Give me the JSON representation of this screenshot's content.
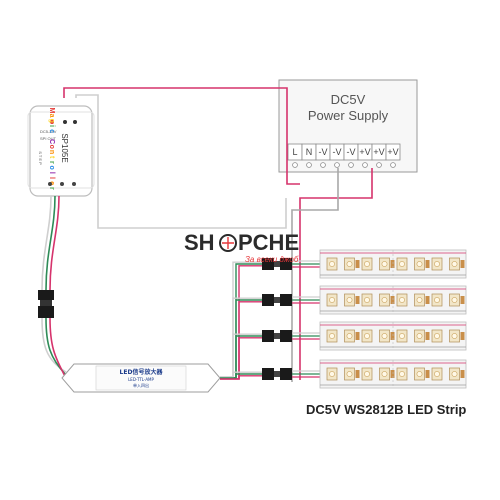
{
  "power_supply": {
    "title_line1": "DC5V",
    "title_line2": "Power Supply",
    "terminals": [
      "L",
      "N",
      "-V",
      "-V",
      "-V",
      "+V",
      "+V",
      "+V"
    ]
  },
  "controller": {
    "model": "SP105E",
    "brand": "Magic Controller",
    "brand_letters": [
      "M",
      "a",
      "g",
      "i",
      "c",
      " ",
      "C",
      "o",
      "n",
      "t",
      "r",
      "o",
      "l",
      "l",
      "e",
      "r"
    ],
    "brand_colors": [
      "#e53935",
      "#fb8c00",
      "#fdd835",
      "#43a047",
      "#1e88e5",
      "#ffffff",
      "#8e24aa",
      "#e53935",
      "#fb8c00",
      "#fdd835",
      "#43a047",
      "#1e88e5",
      "#8e24aa",
      "#e53935",
      "#fb8c00",
      "#43a047"
    ],
    "button_labels": "S T E P",
    "fine_print": "DC5-24V",
    "fine_print_2": "SPI OUT"
  },
  "amplifier": {
    "label_line1": "LED信号放大器",
    "label_line2": "LED-TTL-AMP",
    "label_line3": "单入四出"
  },
  "watermark": {
    "left": "SH",
    "right": "PCHE",
    "tagline": "За всеки джоб"
  },
  "strip_caption": "DC5V WS2812B LED Strip",
  "colors": {
    "wire_red": "#d6336c",
    "wire_grey": "#b0b0b0",
    "wire_white": "#cfcfcf",
    "wire_data_green": "#2e8b57",
    "connector_black": "#1a1a1a",
    "strip_white": "#f4f4f4",
    "led_chip": "#f2e6c8"
  }
}
